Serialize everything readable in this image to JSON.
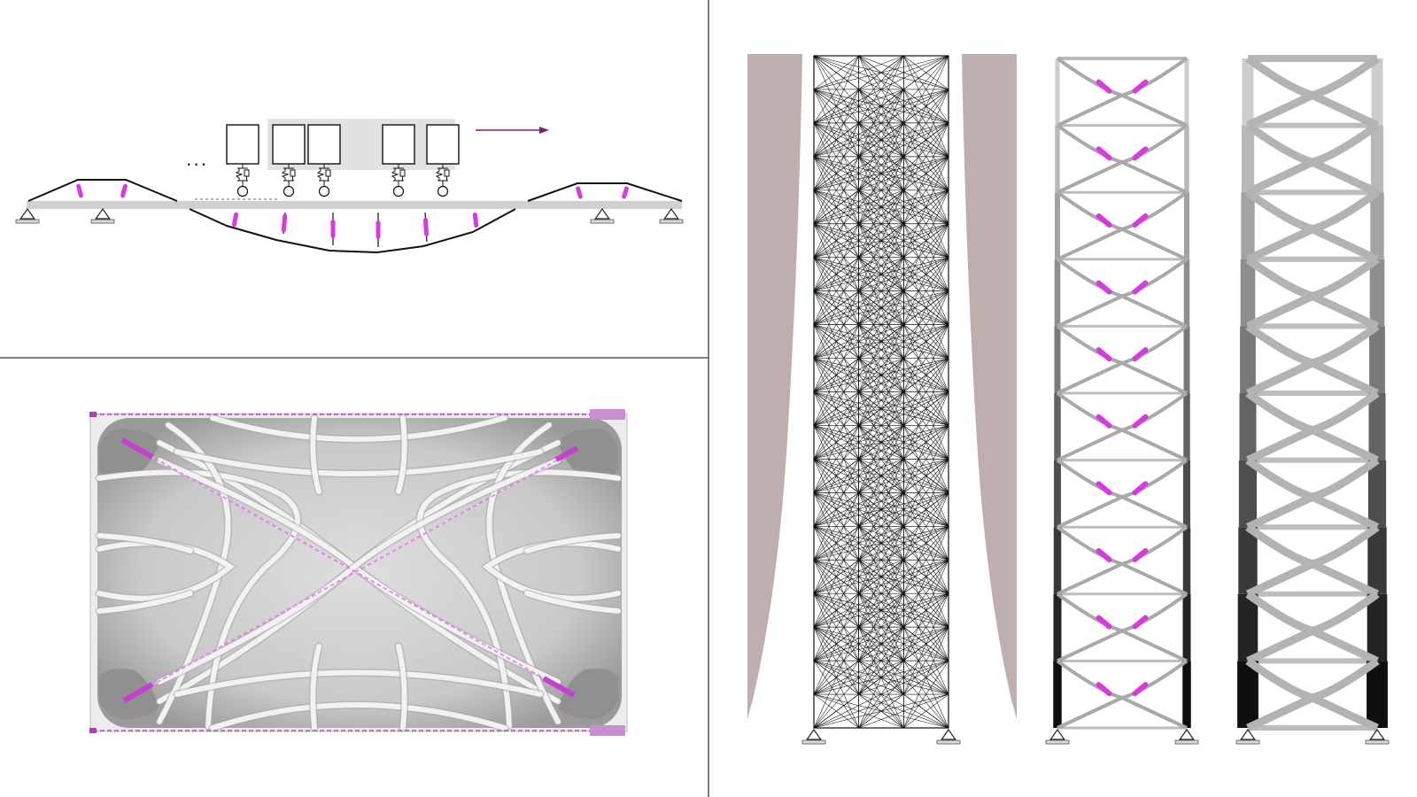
{
  "annotations": {
    "ellipsis": "..."
  },
  "colors": {
    "background": "#ffffff",
    "divider": "#555555",
    "member_light": "#c8c8c8",
    "member_mid": "#9a9a9a",
    "member_dark": "#1a1a1a",
    "actuator": "#d63be0",
    "cable": "#111111",
    "envelope": "#bfaeae",
    "slab_fill": "#e6e6e6",
    "slab_dark": "#8e8e8e",
    "arrow": "#7a1c7a"
  },
  "icons": {
    "support": "pin-support-icon",
    "direction": "arrow-right-icon",
    "actuator": "linear-actuator-icon",
    "suspension": "spring-damper-icon"
  },
  "panels": {
    "bridge": {
      "vehicle_count": 5
    },
    "truss_grid": {
      "bays": 3,
      "stories": 20
    },
    "towers": {
      "stories": 10
    }
  }
}
